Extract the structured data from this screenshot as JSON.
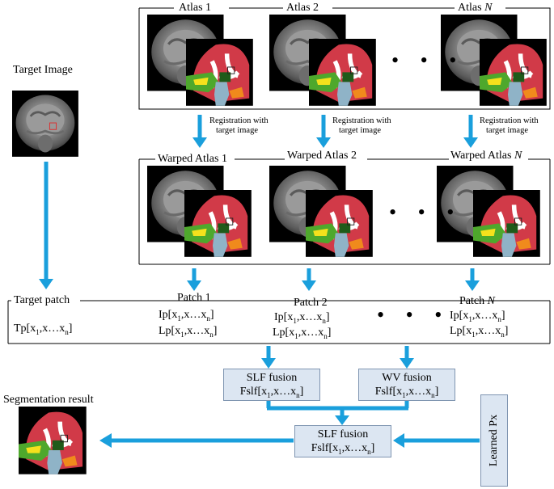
{
  "diagram": {
    "target_image_label": "Target Image",
    "atlases": [
      {
        "name": "Atlas 1",
        "warped": "Warped Atlas 1",
        "patch": "Patch 1"
      },
      {
        "name": "Atlas 2",
        "warped": "Warped Atlas 2",
        "patch": "Patch 2"
      },
      {
        "name": "Atlas ",
        "name_italic": "N",
        "warped": "Warped Atlas ",
        "warped_italic": "N",
        "patch": "Patch ",
        "patch_italic": "N"
      }
    ],
    "registration_label_line1": "Registration with",
    "registration_label_line2": "target image",
    "target_patch_label": "Target patch",
    "tp_prefix": "Tp[x",
    "ip_prefix": "Ip[x",
    "lp_prefix": "Lp[x",
    "sub_1": "1",
    "sub_n": "n",
    "seq_mid": ",x…x",
    "bracket_close": "]",
    "ellipsis": "• • •",
    "slf_fusion_label": "SLF fusion",
    "wv_fusion_label": "WV fusion",
    "fslf_prefix": "Fslf[x",
    "learned_px_label": "Learned Px",
    "segmentation_result_label": "Segmentation result",
    "colors": {
      "arrow": "#1a9fdc",
      "box_fill": "#dce6f2",
      "box_border": "#7f95b1",
      "label_red": "#d13a48",
      "label_green": "#4ea82c",
      "label_yellow": "#f5e11c",
      "label_lightblue": "#8fb3c7",
      "label_darkgreen": "#1f5b1a",
      "label_orange": "#f08a1c",
      "mri_gray": "#7a7a7a"
    }
  }
}
